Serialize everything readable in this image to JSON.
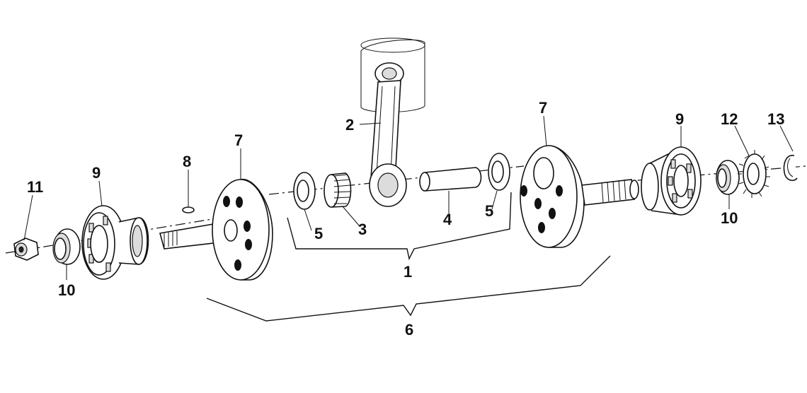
{
  "labels": {
    "l1": "1",
    "l2": "2",
    "l3": "3",
    "l4": "4",
    "l5a": "5",
    "l5b": "5",
    "l6": "6",
    "l7a": "7",
    "l7b": "7",
    "l8": "8",
    "l9a": "9",
    "l9b": "9",
    "l10a": "10",
    "l10b": "10",
    "l11": "11",
    "l12": "12",
    "l13": "13"
  }
}
